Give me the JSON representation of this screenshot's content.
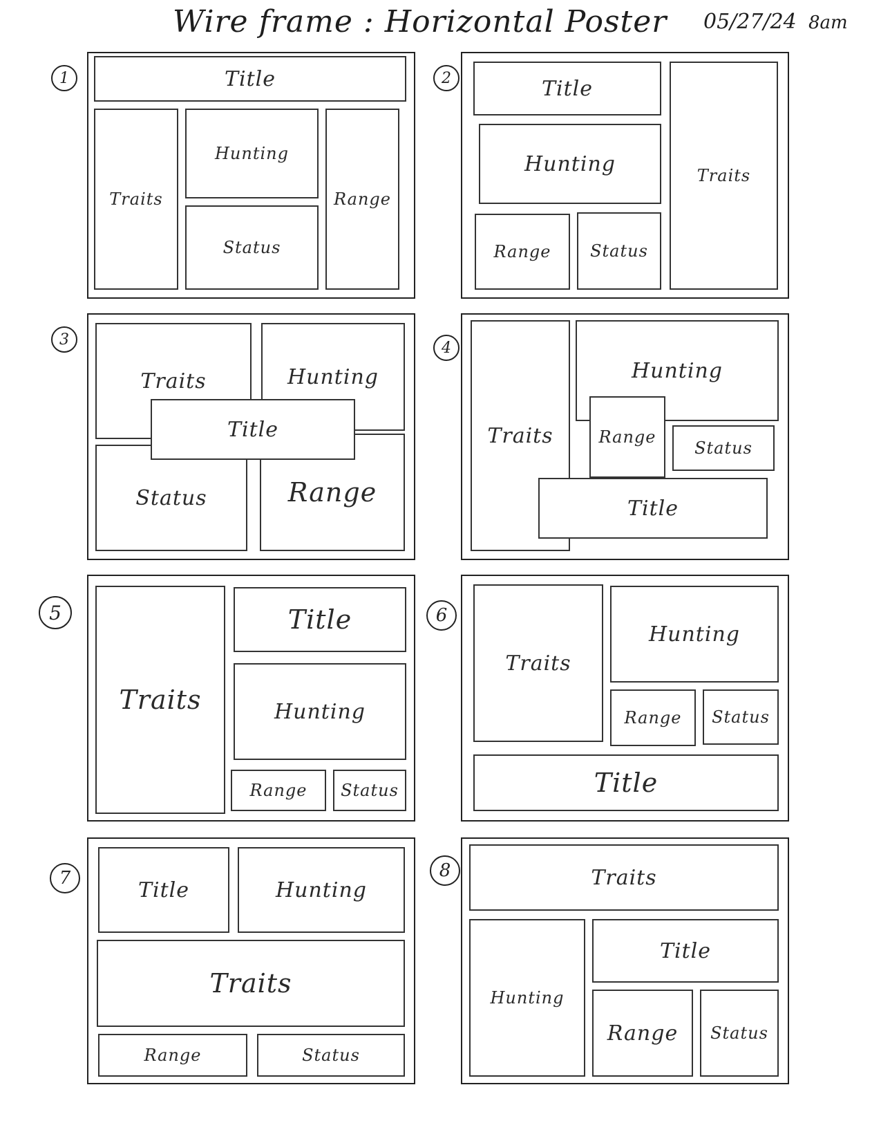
{
  "header": {
    "title": "Wire frame : Horizontal Poster",
    "date": "05/27/24",
    "time": "8am"
  },
  "sketches": [
    {
      "number": "1",
      "boxes": [
        {
          "label": "Title"
        },
        {
          "label": "Traits"
        },
        {
          "label": "Hunting"
        },
        {
          "label": "Range"
        },
        {
          "label": "Status"
        }
      ]
    },
    {
      "number": "2",
      "boxes": [
        {
          "label": "Title"
        },
        {
          "label": "Hunting"
        },
        {
          "label": "Traits"
        },
        {
          "label": "Range"
        },
        {
          "label": "Status"
        }
      ]
    },
    {
      "number": "3",
      "boxes": [
        {
          "label": "Traits"
        },
        {
          "label": "Hunting"
        },
        {
          "label": "Title"
        },
        {
          "label": "Status"
        },
        {
          "label": "Range"
        }
      ]
    },
    {
      "number": "4",
      "boxes": [
        {
          "label": "Traits"
        },
        {
          "label": "Hunting"
        },
        {
          "label": "Range"
        },
        {
          "label": "Status"
        },
        {
          "label": "Title"
        }
      ]
    },
    {
      "number": "5",
      "boxes": [
        {
          "label": "Traits"
        },
        {
          "label": "Title"
        },
        {
          "label": "Hunting"
        },
        {
          "label": "Range"
        },
        {
          "label": "Status"
        }
      ]
    },
    {
      "number": "6",
      "boxes": [
        {
          "label": "Traits"
        },
        {
          "label": "Hunting"
        },
        {
          "label": "Range"
        },
        {
          "label": "Status"
        },
        {
          "label": "Title"
        }
      ]
    },
    {
      "number": "7",
      "boxes": [
        {
          "label": "Title"
        },
        {
          "label": "Hunting"
        },
        {
          "label": "Traits"
        },
        {
          "label": "Range"
        },
        {
          "label": "Status"
        }
      ]
    },
    {
      "number": "8",
      "boxes": [
        {
          "label": "Traits"
        },
        {
          "label": "Hunting"
        },
        {
          "label": "Title"
        },
        {
          "label": "Range"
        },
        {
          "label": "Status"
        }
      ]
    }
  ]
}
